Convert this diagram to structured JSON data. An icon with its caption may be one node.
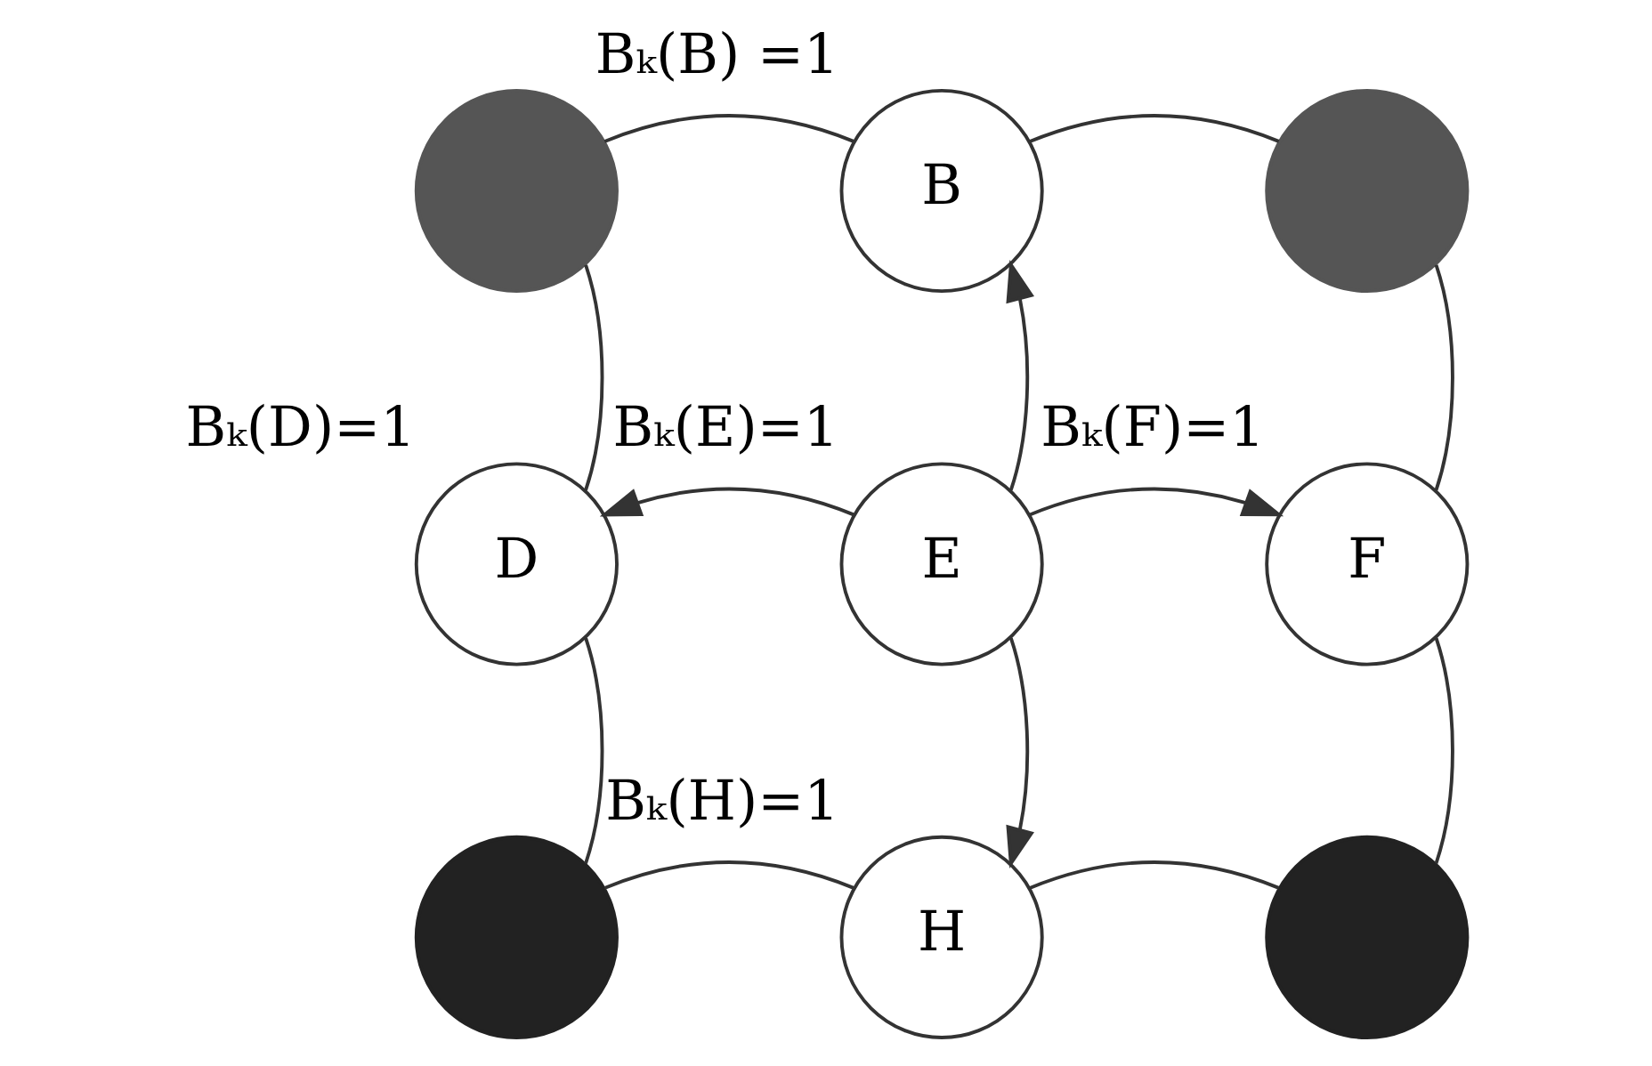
{
  "diagram": {
    "nodes": [
      {
        "text": [],
        "shape": "circle"
      },
      {
        "text": [
          "B"
        ],
        "beside": [
          "Bₖ(B) =1"
        ]
      },
      {
        "text": [],
        "shape": "circle"
      },
      {
        "text": [
          "D"
        ],
        "beside": [
          "Bₖ(D)=1"
        ]
      },
      {
        "text": [
          "E"
        ],
        "beside": [
          "Bₖ(E)=1"
        ]
      },
      {
        "text": [
          "F"
        ],
        "beside": [
          "Bₖ(F)=1"
        ]
      },
      {
        "text": [],
        "shape": "circle"
      },
      {
        "text": [
          "H"
        ],
        "beside": [
          "Bₖ(H)=1"
        ]
      },
      {
        "text": [],
        "shape": "circle"
      }
    ],
    "edges": [
      {
        "from": 0,
        "to": 1,
        "arrow": "none"
      },
      {
        "from": 1,
        "to": 2,
        "arrow": "none"
      },
      {
        "from": 0,
        "to": 3,
        "arrow": "none"
      },
      {
        "from": 2,
        "to": 5,
        "arrow": "none"
      },
      {
        "from": 4,
        "to": 1,
        "arrow": "to"
      },
      {
        "from": 4,
        "to": 3,
        "arrow": "to"
      },
      {
        "from": 4,
        "to": 5,
        "arrow": "to"
      },
      {
        "from": 4,
        "to": 7,
        "arrow": "to"
      },
      {
        "from": 3,
        "to": 6,
        "arrow": "none"
      },
      {
        "from": 5,
        "to": 8,
        "arrow": "none"
      },
      {
        "from": 6,
        "to": 7,
        "arrow": "none"
      },
      {
        "from": 7,
        "to": 8,
        "arrow": "none"
      }
    ]
  }
}
